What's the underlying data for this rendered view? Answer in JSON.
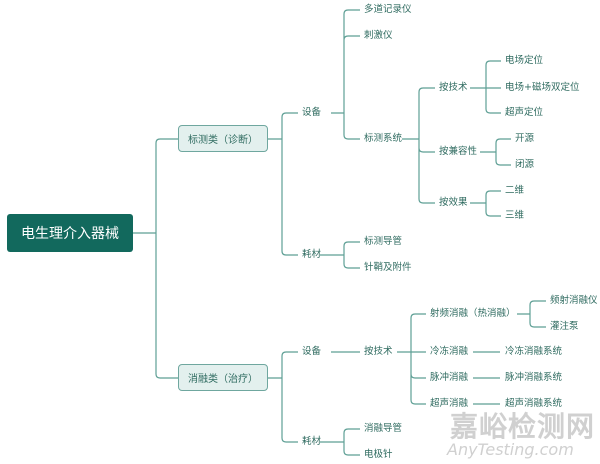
{
  "root": "电生理介入器械",
  "diagnosis": {
    "label": "标测类（诊断）",
    "equipment": {
      "label": "设备",
      "items": [
        "多道记录仪",
        "刺激仪",
        "标测系统"
      ],
      "mapping_system": {
        "by_tech": {
          "label": "按技术",
          "items": [
            "电场定位",
            "电场+磁场双定位",
            "超声定位"
          ]
        },
        "by_compat": {
          "label": "按兼容性",
          "items": [
            "开源",
            "闭源"
          ]
        },
        "by_effect": {
          "label": "按效果",
          "items": [
            "二维",
            "三维"
          ]
        }
      }
    },
    "consumables": {
      "label": "耗材",
      "items": [
        "标测导管",
        "针鞘及附件"
      ]
    }
  },
  "therapy": {
    "label": "消融类（治疗）",
    "equipment": {
      "label": "设备",
      "by_tech": {
        "label": "按技术",
        "items": [
          {
            "label": "射频消融（热消融）",
            "children": [
              "频射消融仪",
              "灌注泵"
            ]
          },
          {
            "label": "冷冻消融",
            "children": [
              "冷冻消融系统"
            ]
          },
          {
            "label": "脉冲消融",
            "children": [
              "脉冲消融系统"
            ]
          },
          {
            "label": "超声消融",
            "children": [
              "超声消融系统"
            ]
          }
        ]
      }
    },
    "consumables": {
      "label": "耗材",
      "items": [
        "消融导管",
        "电极针"
      ]
    }
  },
  "watermark": {
    "cn": "嘉峪检测网",
    "en": "AnyTesting.com"
  },
  "colors": {
    "root_bg": "#12695d",
    "line": "#5e9f95",
    "text": "#2f6b60",
    "node_bg": "#e3f0ee"
  }
}
